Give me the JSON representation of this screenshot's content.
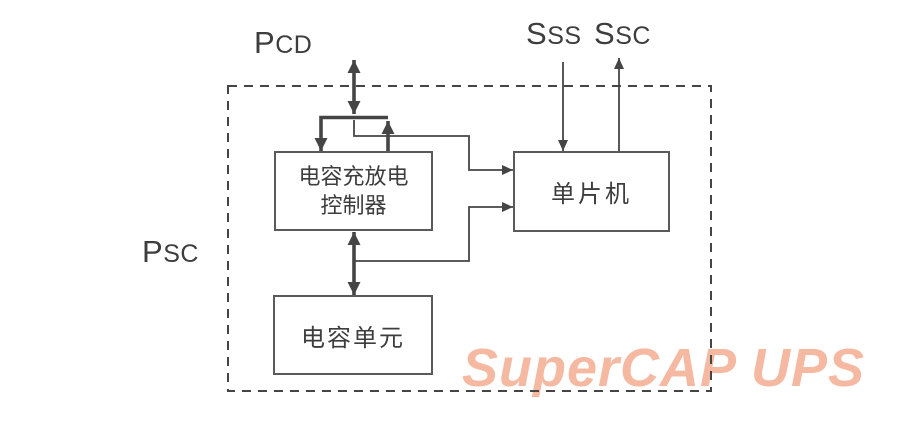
{
  "diagram": {
    "labels": {
      "pcd": "PCD",
      "sss": "SSS",
      "ssc": "SSC",
      "psc": "PSC"
    },
    "blocks": {
      "controller": {
        "line1": "电容充放电",
        "line2": "控制器"
      },
      "mcu": {
        "label": "单片机"
      },
      "capacitor": {
        "label": "电容单元"
      }
    },
    "watermark": "SuperCAP UPS",
    "colors": {
      "line": "#454545",
      "box_border": "#5a5a5a",
      "text": "#3d3d3d",
      "watermark": "#f5b9a2",
      "background": "#ffffff"
    }
  }
}
